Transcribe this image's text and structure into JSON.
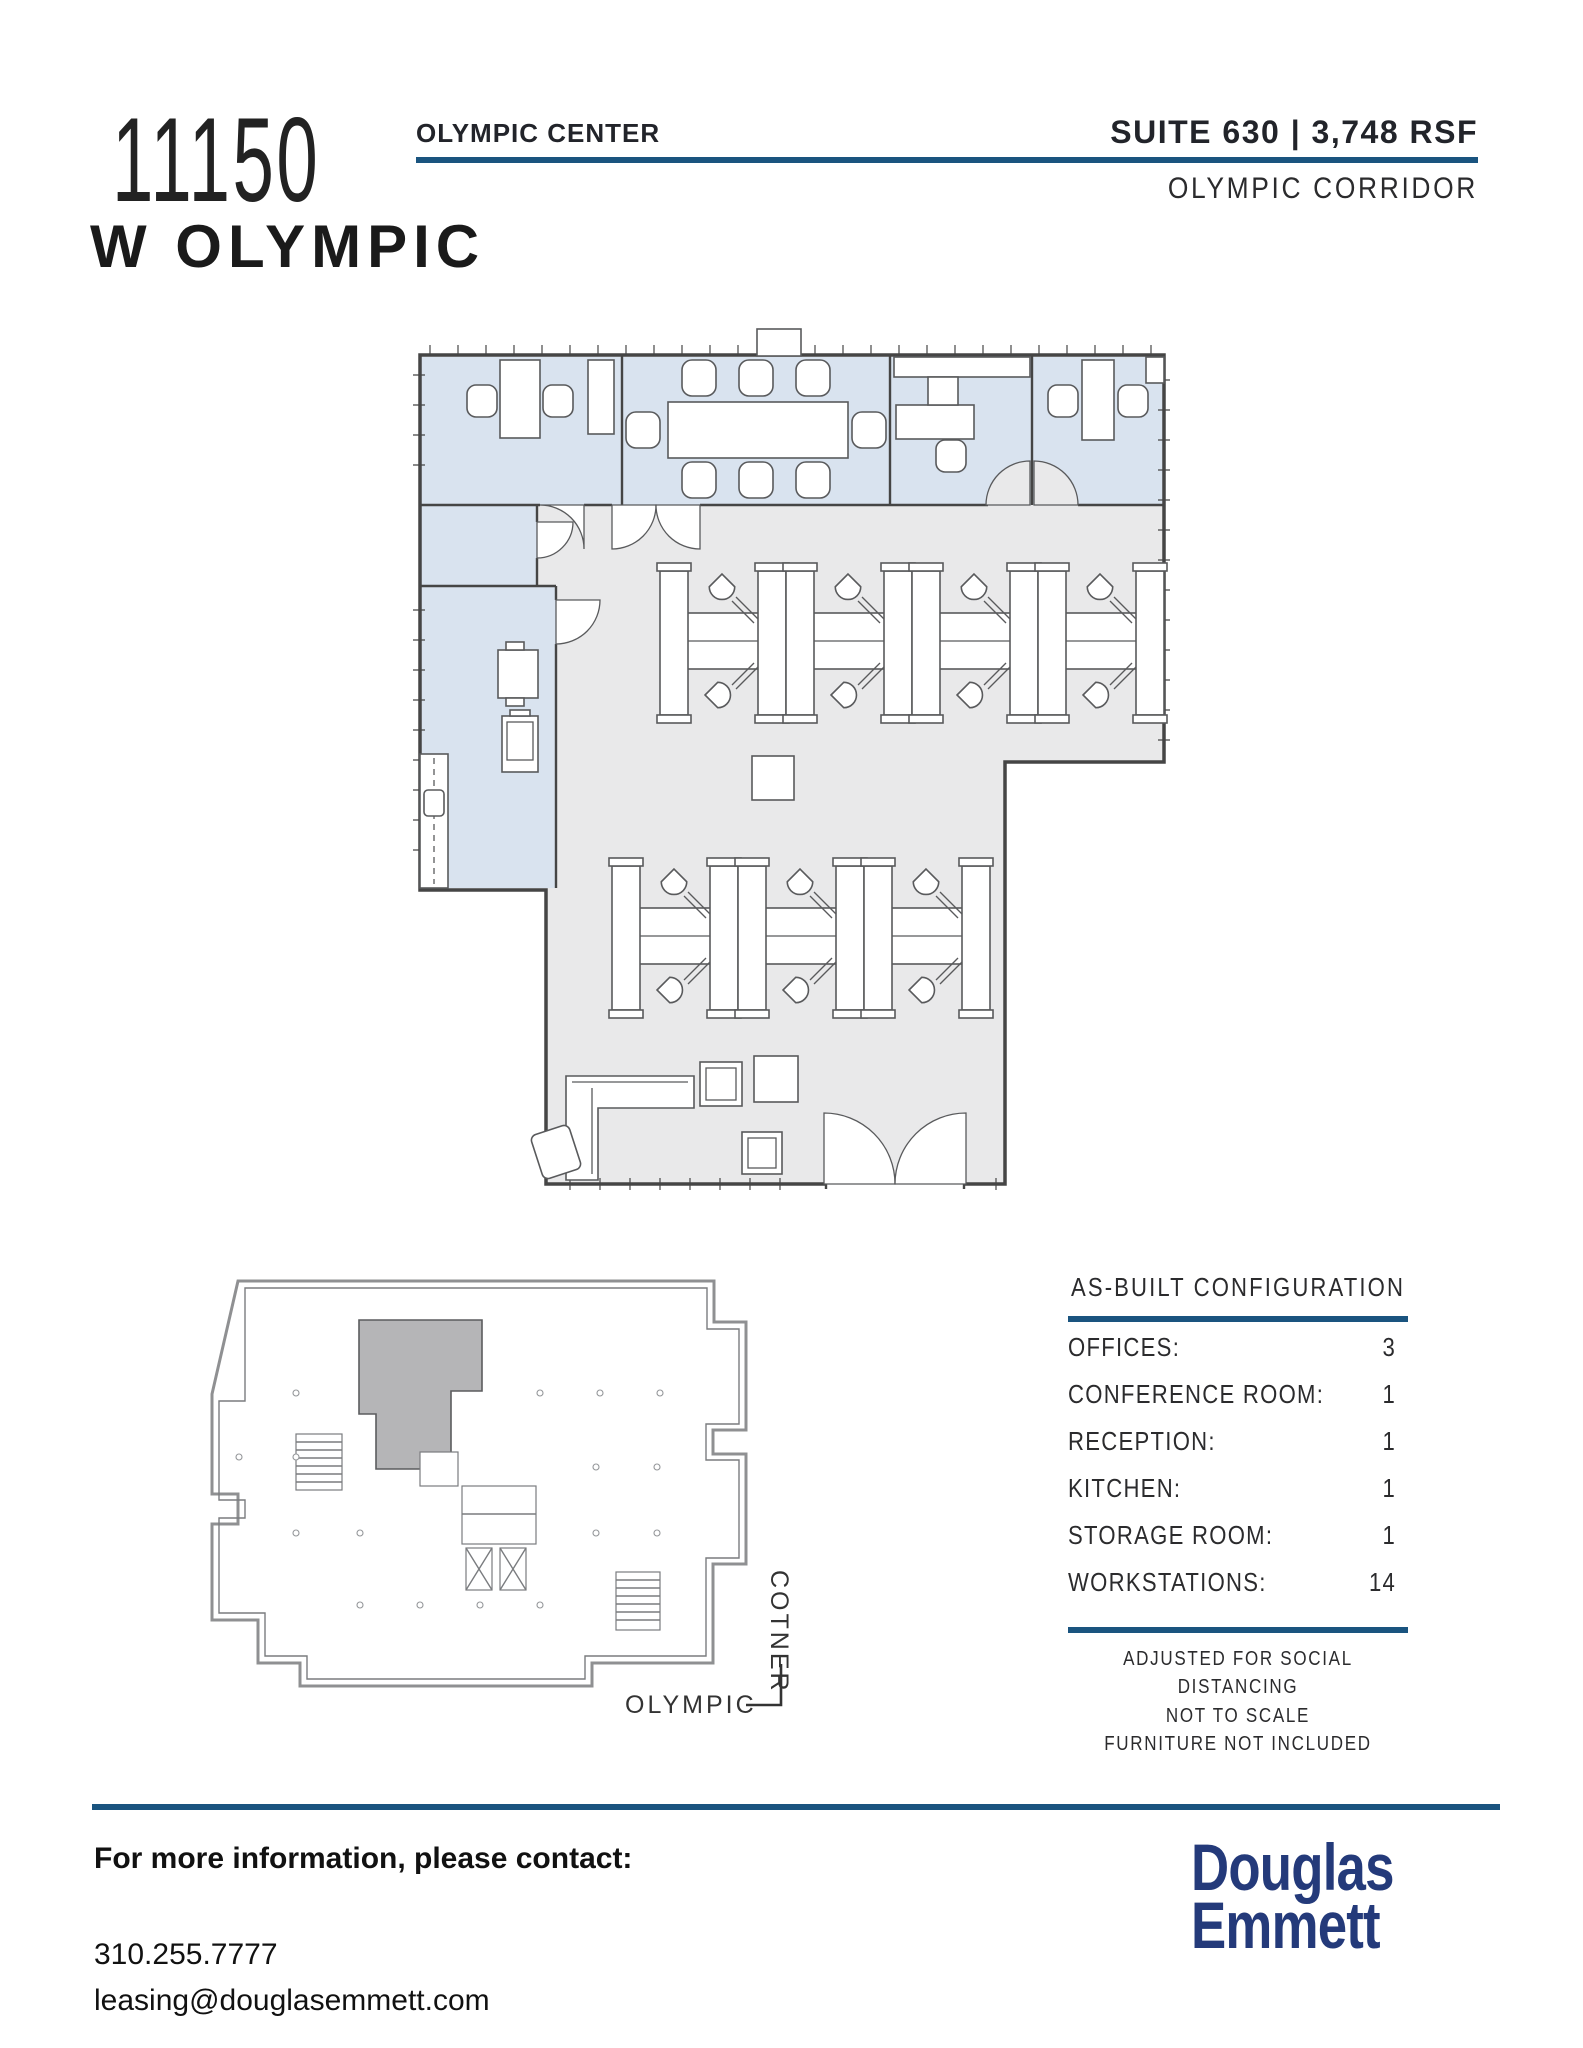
{
  "header": {
    "building_number": "11150",
    "building_street": "W OLYMPIC",
    "property_name": "OLYMPIC CENTER",
    "suite_info": "SUITE 630 | 3,748 RSF",
    "submarket": "OLYMPIC CORRIDOR"
  },
  "key_plan": {
    "street_right": "COTNER",
    "street_bottom": "OLYMPIC"
  },
  "config": {
    "title": "AS-BUILT CONFIGURATION",
    "rows": [
      {
        "label": "OFFICES:",
        "value": "3"
      },
      {
        "label": "CONFERENCE ROOM:",
        "value": "1"
      },
      {
        "label": "RECEPTION:",
        "value": "1"
      },
      {
        "label": "KITCHEN:",
        "value": "1"
      },
      {
        "label": "STORAGE ROOM:",
        "value": "1"
      },
      {
        "label": "WORKSTATIONS:",
        "value": "14"
      }
    ],
    "notes": [
      "ADJUSTED FOR SOCIAL DISTANCING",
      "NOT TO SCALE",
      "FURNITURE NOT INCLUDED"
    ]
  },
  "footer": {
    "contact_heading": "For more information, please contact:",
    "phone": "310.255.7777",
    "email": "leasing@douglasemmett.com",
    "logo_line1": "Douglas",
    "logo_line2": "Emmett"
  },
  "colors": {
    "accent_blue": "#1a547f",
    "logo_navy": "#243a7a",
    "room_blue": "#d9e3ef",
    "room_gray": "#e9e9ea",
    "suite_gray": "#b5b5b7"
  }
}
